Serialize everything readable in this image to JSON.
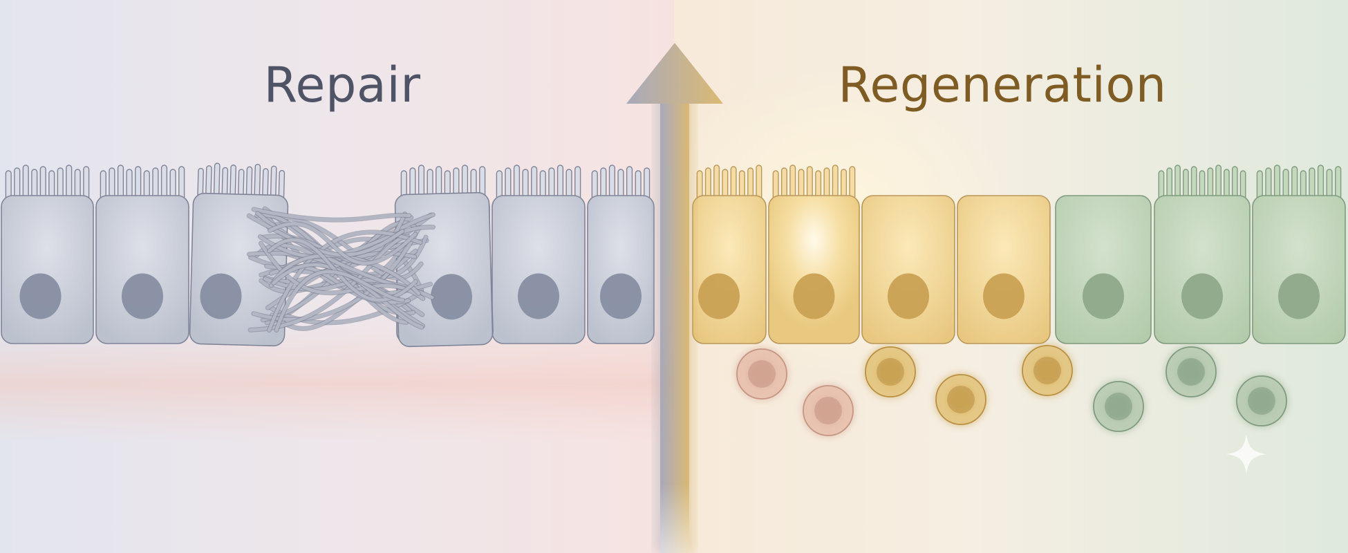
{
  "titles": {
    "left": "Repair",
    "right": "Regeneration"
  },
  "colors": {
    "repair_title": "#4e5366",
    "regeneration_title": "#7e5c24",
    "repair_cell": "#c2c6d3",
    "repair_nucleus": "#878ea2",
    "fiber": "#9fa4b2",
    "regen_gold_cell": "#ecd08f",
    "regen_gold_nucleus": "#c9a154",
    "regen_green_cell": "#b9cfb1",
    "regen_green_nucleus": "#8fa98a",
    "stem_pink": "#e6b9a6",
    "stem_gold": "#e2c070",
    "stem_green": "#b1c6ab"
  },
  "icons": [
    "upward-arrow",
    "sparkle-icon"
  ]
}
